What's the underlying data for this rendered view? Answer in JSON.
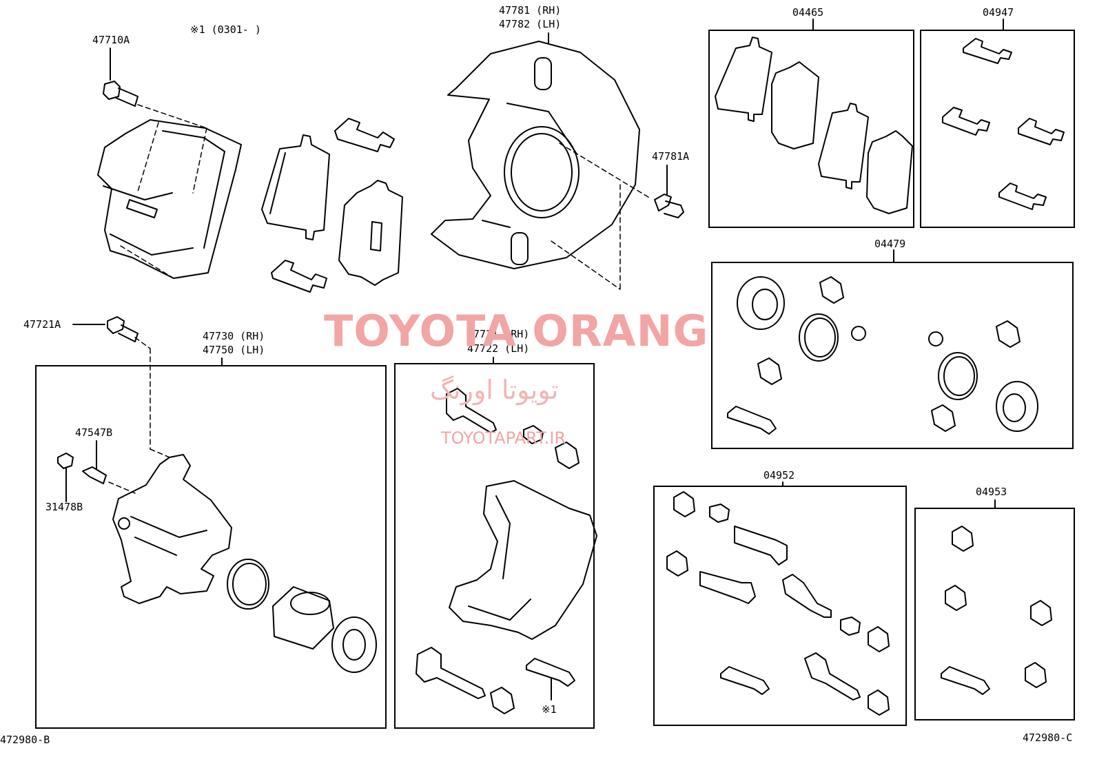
{
  "header_note": "※1 (0301-      )",
  "labels": {
    "bolt_47710A": "47710A",
    "shield_rh": "47781 (RH)",
    "shield_lh": "47782 (LH)",
    "bolt_47781A": "47781A",
    "kit_04465": "04465",
    "kit_04947": "04947",
    "kit_04479": "04479",
    "bolt_47721A": "47721A",
    "caliper_rh": "47730 (RH)",
    "caliper_lh": "47750 (LH)",
    "mount_rh": "47721 (RH)",
    "mount_lh": "47722 (LH)",
    "bleeder_47547B": "47547B",
    "cap_31478B": "31478B",
    "kit_04952": "04952",
    "kit_04953": "04953",
    "note_mark": "※1",
    "ref_left": "472980-B",
    "ref_right": "472980-C"
  },
  "watermark": {
    "main": "TOYOTA ORANG",
    "persian": "تویوتا اورنگ",
    "url": "TOYOTAPART.IR"
  },
  "colors": {
    "ink": "#000000",
    "watermark": "#f2a5a5"
  }
}
